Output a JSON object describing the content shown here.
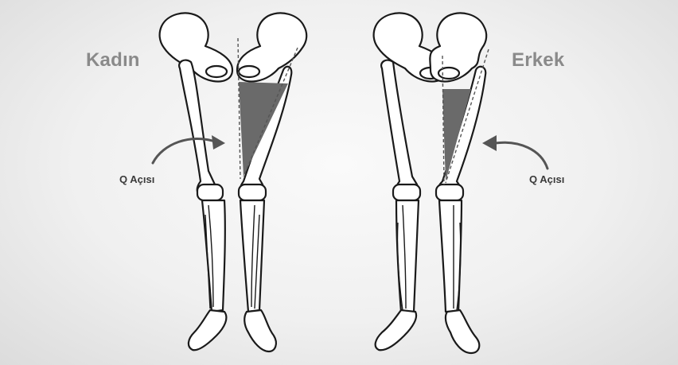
{
  "diagram": {
    "left_title": "Kadın",
    "right_title": "Erkek",
    "left_angle_label": "Q Açısı",
    "right_angle_label": "Q Açısı"
  },
  "colors": {
    "background": "#f0f0f0",
    "title": "#8a8a8a",
    "angle_fill": "#6a6a6a",
    "bone_outline": "#1a1a1a"
  }
}
